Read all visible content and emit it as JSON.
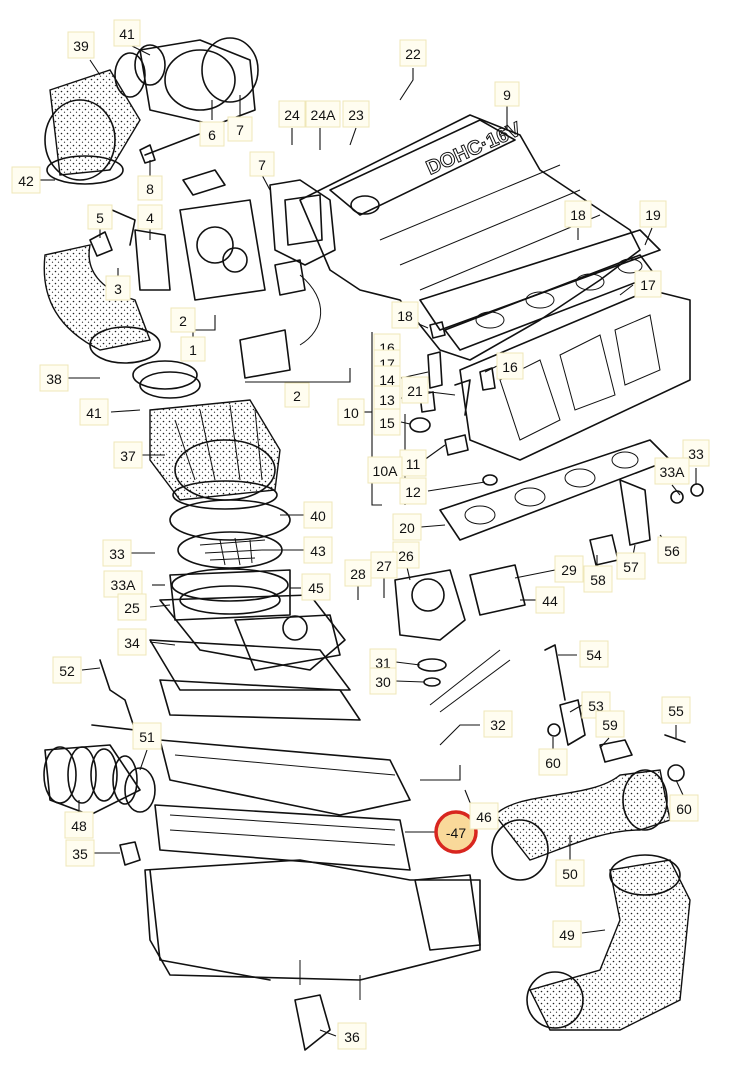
{
  "labels": {
    "l39": "39",
    "l41a": "41",
    "l6": "6",
    "l7a": "7",
    "l22": "22",
    "l9": "9",
    "l24": "24",
    "l24a": "24A",
    "l23": "23",
    "l8": "8",
    "l42": "42",
    "l7b": "7",
    "l18a": "18",
    "l19": "19",
    "l5": "5",
    "l4": "4",
    "l3": "3",
    "l17a": "17",
    "l2a": "2",
    "l1": "1",
    "l18b": "18",
    "l16a": "16",
    "l17b": "17",
    "l16b": "16",
    "l38": "38",
    "l14": "14",
    "l2b": "2",
    "l41b": "41",
    "l13": "13",
    "l21": "21",
    "l10": "10",
    "l15": "15",
    "l37": "37",
    "l11": "11",
    "l33a": "33",
    "l10a": "10A",
    "l33aa": "33A",
    "l12": "12",
    "l40": "40",
    "l20": "20",
    "l43": "43",
    "l33b": "33",
    "l26": "26",
    "l27": "27",
    "l28": "28",
    "l29": "29",
    "l33ab": "33A",
    "l45": "45",
    "l25": "25",
    "l44": "44",
    "l56": "56",
    "l57": "57",
    "l58": "58",
    "l34": "34",
    "l54": "54",
    "l31": "31",
    "l52": "52",
    "l30": "30",
    "l53": "53",
    "l32": "32",
    "l51": "51",
    "l59": "59",
    "l55": "55",
    "l60a": "60",
    "l60b": "60",
    "l48": "48",
    "l46": "46",
    "l47": "47",
    "l35": "35",
    "l50": "50",
    "l49": "49",
    "l36": "36"
  },
  "highlighted_part": "47"
}
